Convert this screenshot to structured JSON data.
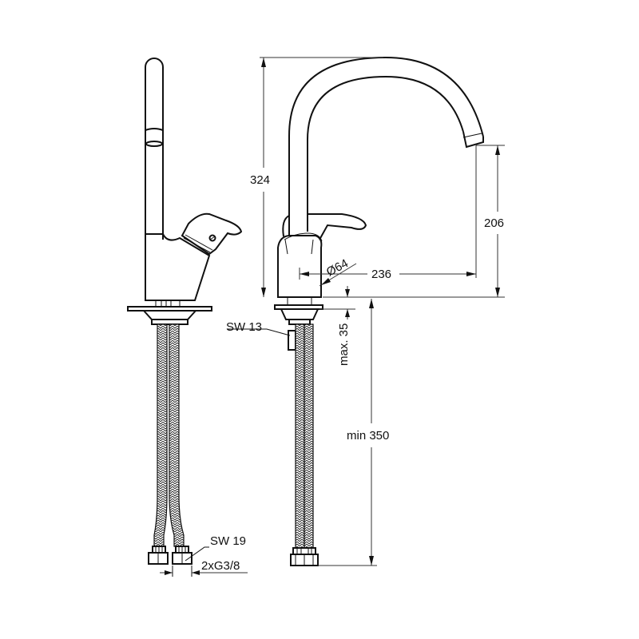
{
  "drawing": {
    "title": "Single-lever kitchen mixer with swivel tubular spout — dimensioned technical drawing",
    "views": [
      "side-view",
      "front-view"
    ],
    "colors": {
      "line": "#111111",
      "background": "#ffffff"
    }
  },
  "dimensions": {
    "overall_height": "324",
    "spout_outlet_height": "206",
    "spout_reach": "236",
    "body_diameter": "Ø64",
    "deck_thickness_max": "max. 35",
    "hose_length_min": "min 350"
  },
  "annotations": {
    "nut_wrench_size": "SW 13",
    "hose_wrench_size": "SW 19",
    "hose_connection": "2xG3/8"
  }
}
